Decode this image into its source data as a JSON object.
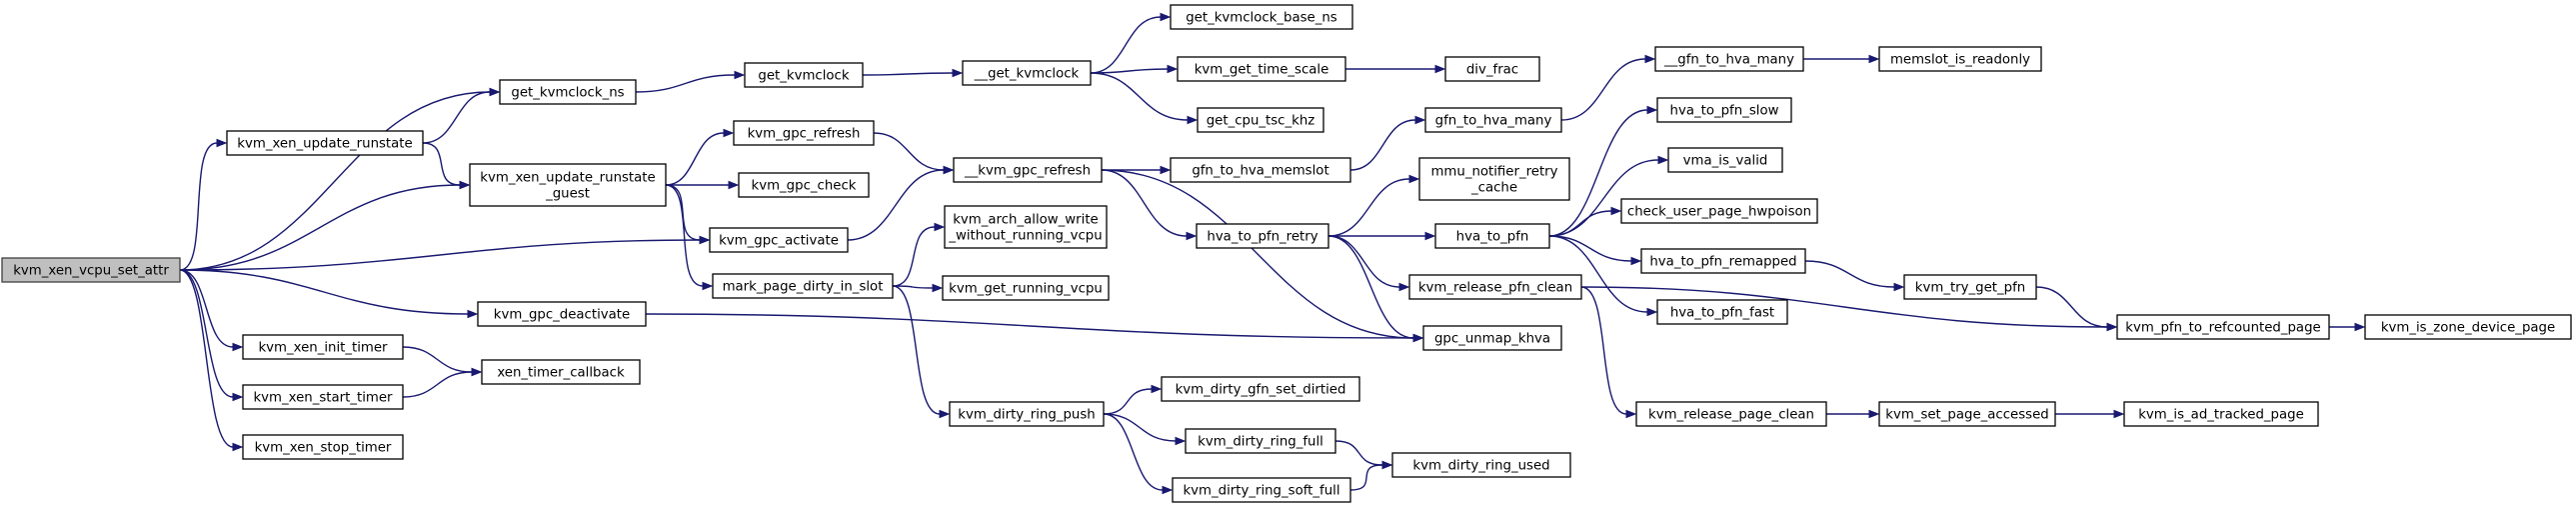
{
  "graph": {
    "colors": {
      "edge": "#191970",
      "node_border": "#000000",
      "root_fill": "#bfbfbf",
      "node_fill": "#ffffff"
    },
    "nodes": {
      "root": "kvm_xen_vcpu_set_attr",
      "get_kvmclock_ns": "get_kvmclock_ns",
      "update_runstate": "kvm_xen_update_runstate",
      "update_runstate_guest": [
        "kvm_xen_update_runstate",
        "_guest"
      ],
      "gpc_activate": "kvm_gpc_activate",
      "gpc_deactivate": "kvm_gpc_deactivate",
      "init_timer": "kvm_xen_init_timer",
      "start_timer": "kvm_xen_start_timer",
      "stop_timer": "kvm_xen_stop_timer",
      "timer_callback": "xen_timer_callback",
      "get_kvmclock": "get_kvmclock",
      "gpc_refresh": "kvm_gpc_refresh",
      "gpc_check": "kvm_gpc_check",
      "mark_dirty": "mark_page_dirty_in_slot",
      "get_kvmclock2": "__get_kvmclock",
      "gpc_refresh2": "__kvm_gpc_refresh",
      "arch_allow": [
        "kvm_arch_allow_write",
        "_without_running_vcpu"
      ],
      "get_running": "kvm_get_running_vcpu",
      "dirty_push": "kvm_dirty_ring_push",
      "base_ns": "get_kvmclock_base_ns",
      "time_scale": "kvm_get_time_scale",
      "tsc_khz": "get_cpu_tsc_khz",
      "hva_memslot": "gfn_to_hva_memslot",
      "pfn_retry": "hva_to_pfn_retry",
      "set_dirtied": "kvm_dirty_gfn_set_dirtied",
      "ring_full": "kvm_dirty_ring_full",
      "soft_full": "kvm_dirty_ring_soft_full",
      "div_frac": "div_frac",
      "hva_many": "gfn_to_hva_many",
      "notifier": [
        "mmu_notifier_retry",
        "_cache"
      ],
      "hva_to_pfn": "hva_to_pfn",
      "release_clean": "kvm_release_pfn_clean",
      "unmap_khva": "gpc_unmap_khva",
      "ring_used": "kvm_dirty_ring_used",
      "gfn_hva_many2": "__gfn_to_hva_many",
      "pfn_slow": "hva_to_pfn_slow",
      "vma_valid": "vma_is_valid",
      "hwpoison": "check_user_page_hwpoison",
      "remapped": "hva_to_pfn_remapped",
      "pfn_fast": "hva_to_pfn_fast",
      "page_clean": "kvm_release_page_clean",
      "readonly": "memslot_is_readonly",
      "try_get": "kvm_try_get_pfn",
      "accessed": "kvm_set_page_accessed",
      "refcounted": "kvm_pfn_to_refcounted_page",
      "ad_tracked": "kvm_is_ad_tracked_page",
      "zone_device": "kvm_is_zone_device_page"
    }
  }
}
